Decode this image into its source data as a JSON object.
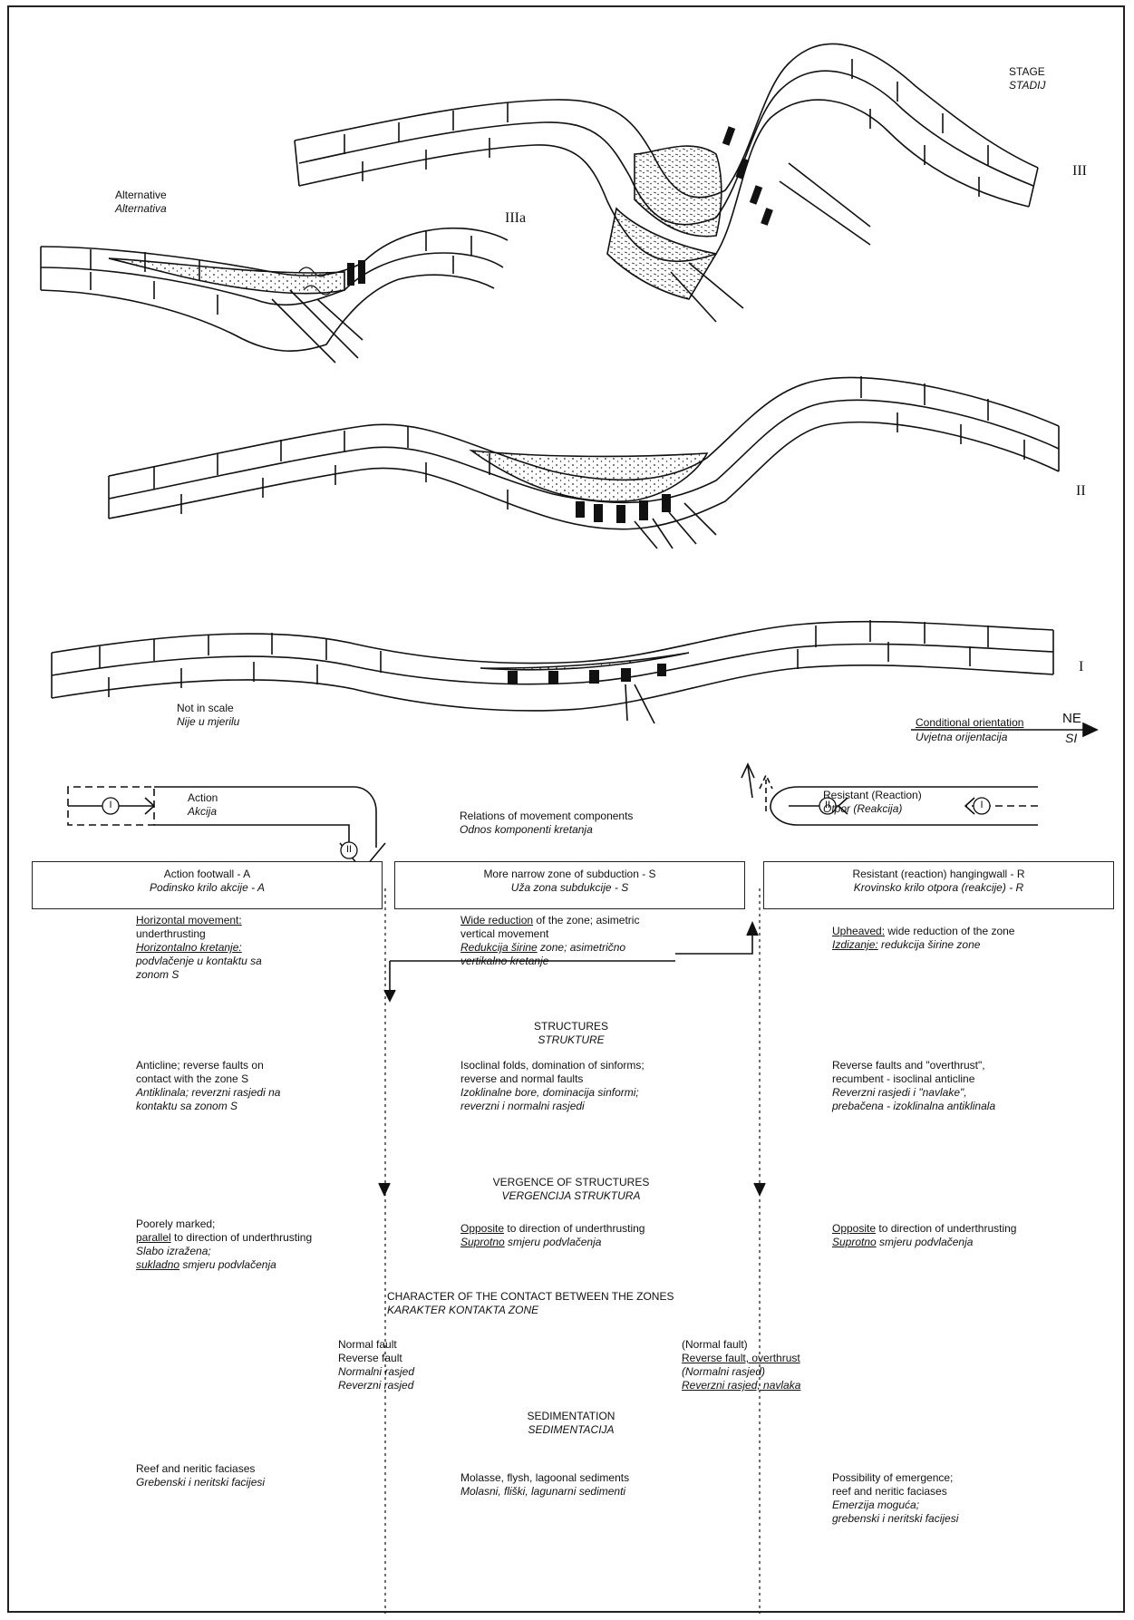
{
  "stage": {
    "en": "STAGE",
    "hr": "STADIJ",
    "labels": [
      "III",
      "IIIa",
      "II",
      "I"
    ]
  },
  "alternative": {
    "en": "Alternative",
    "hr": "Alternativa"
  },
  "scale": {
    "en": "Not in scale",
    "hr": "Nije u mjerilu"
  },
  "orientation": {
    "en": "Conditional orientation",
    "hr": "Uvjetna orijentacija",
    "ne": "NE",
    "si": "SI"
  },
  "action": {
    "en": "Action",
    "hr": "Akcija",
    "n1": "I",
    "n2": "II"
  },
  "resistant": {
    "en": "Resistant (Reaction)",
    "hr": "Otpor (Reakcija)",
    "n1": "I",
    "n2": "II"
  },
  "relations": {
    "en": "Relations of movement components",
    "hr": "Odnos komponenti kretanja"
  },
  "boxes": {
    "a": {
      "en": "Action footwall - A",
      "hr": "Podinsko krilo akcije - A"
    },
    "s": {
      "en": "More narrow zone of subduction - S",
      "hr": "Uža zona subdukcije - S"
    },
    "r": {
      "en": "Resistant (reaction) hangingwall - R",
      "hr": "Krovinsko krilo otpora (reakcije) - R"
    }
  },
  "movement": {
    "a_en_u": "Horizontal movement:",
    "a_en": "underthrusting",
    "a_hr_u": "Horizontalno kretanje:",
    "a_hr": "podvlačenje u kontaktu sa",
    "a_hr2": "zonom S",
    "s_en_u": "Wide reduction",
    "s_en": "of the zone; asimetric",
    "s_en2": "vertical movement",
    "s_hr_u": "Redukcija širine",
    "s_hr": "zone; asimetrično",
    "s_hr2": "vertikalno kretanje",
    "r_en_u": "Upheaved:",
    "r_en": "wide reduction of the zone",
    "r_hr_u": "Izdizanje:",
    "r_hr": "redukcija širine zone"
  },
  "structures": {
    "title_en": "STRUCTURES",
    "title_hr": "STRUKTURE",
    "a": [
      "Anticline; reverse faults on",
      "contact with the zone S",
      "Antiklinala; reverzni rasjedi na",
      "kontaktu sa zonom S"
    ],
    "s": [
      "Isoclinal folds, domination of sinforms;",
      "reverse and normal faults",
      "Izoklinalne bore, dominacija sinformi;",
      "reverzni i normalni rasjedi"
    ],
    "r": [
      "Reverse faults and \"overthrust\",",
      "recumbent - isoclinal anticline",
      "Reverzni rasjedi i \"navlake\",",
      "prebačena - izoklinalna antiklinala"
    ]
  },
  "vergence": {
    "title_en": "VERGENCE OF STRUCTURES",
    "title_hr": "VERGENCIJA STRUKTURA",
    "a": [
      "Poorely marked;",
      "parallel",
      "to direction of underthrusting",
      "Slabo izražena;",
      "sukladno",
      "smjeru podvlačenja"
    ],
    "s": [
      "Opposite",
      "to direction of underthrusting",
      "Suprotno",
      "smjeru podvlačenja"
    ],
    "r": [
      "Opposite",
      "to direction of underthrusting",
      "Suprotno",
      "smjeru podvlačenja"
    ]
  },
  "contact": {
    "title_en": "CHARACTER OF THE CONTACT BETWEEN THE ZONES",
    "title_hr": "KARAKTER KONTAKTA ZONE",
    "left": [
      "Normal fault",
      "Reverse fault",
      "Normalni rasjed",
      "Reverzni rasjed"
    ],
    "right": [
      "(Normal fault)",
      "Reverse fault, overthrust",
      "(Normalni rasjed)",
      "Reverzni rasjed, navlaka"
    ]
  },
  "sedimentation": {
    "title_en": "SEDIMENTATION",
    "title_hr": "SEDIMENTACIJA",
    "a": [
      "Reef and neritic faciases",
      "Grebenski i neritski facijesi"
    ],
    "s": [
      "Molasse, flysh, lagoonal sediments",
      "Molasni, fliški, lagunarni sedimenti"
    ],
    "r": [
      "Possibility of emergence;",
      "reef and neritic faciases",
      "Emerzija moguća;",
      "grebenski i neritski facijesi"
    ]
  }
}
